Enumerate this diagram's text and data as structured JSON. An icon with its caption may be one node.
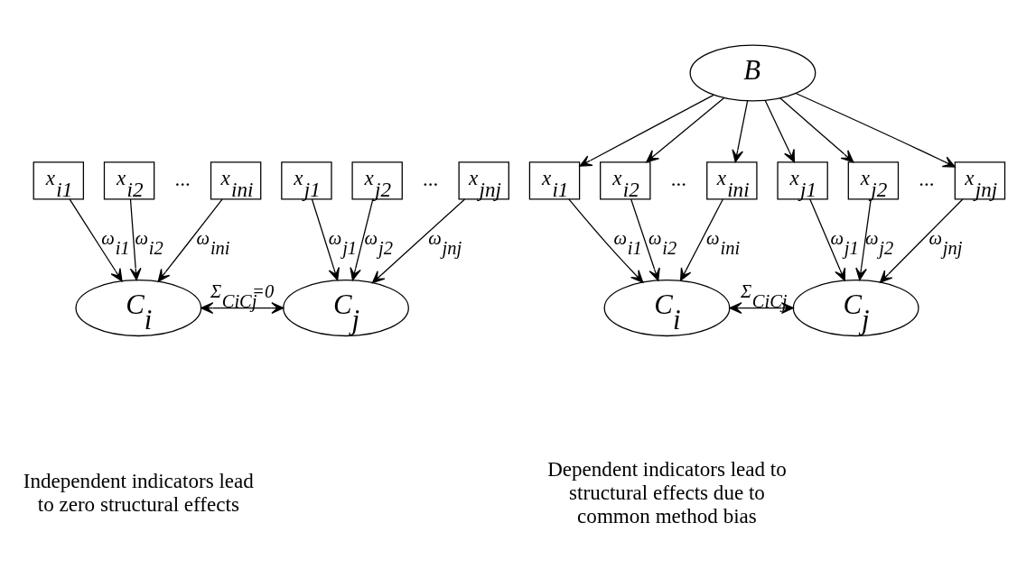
{
  "diagram": {
    "nodes": [
      {
        "text": [
          "x$_{i1}$"
        ]
      },
      {
        "text": [
          "x$_{i2}$"
        ]
      },
      {
        "text": [
          "x$_{ini}$"
        ]
      },
      {
        "text": [
          "x$_{j1}$"
        ]
      },
      {
        "text": [
          "x$_{j2}$"
        ]
      },
      {
        "text": [
          "x$_{jnj}$"
        ]
      },
      {
        "text": [
          "C$_{i}$"
        ]
      },
      {
        "text": [
          "C$_{j}$"
        ]
      },
      {
        "text": [
          "B"
        ]
      },
      {
        "text": [
          "x$_{i1}$"
        ]
      },
      {
        "text": [
          "x$_{i2}$"
        ]
      },
      {
        "text": [
          "x$_{ini}$"
        ]
      },
      {
        "text": [
          "x$_{j1}$"
        ]
      },
      {
        "text": [
          "x$_{j2}$"
        ]
      },
      {
        "text": [
          "x$_{jnj}$"
        ]
      },
      {
        "text": [
          "C$_{i}$"
        ]
      },
      {
        "text": [
          "C$_{j}$"
        ]
      }
    ],
    "edges": [
      {
        "from": 0,
        "to": 6,
        "arrow": "to",
        "label": "ω$_{i1}$"
      },
      {
        "from": 1,
        "to": 6,
        "arrow": "to",
        "label": "ω$_{i2}$"
      },
      {
        "from": 2,
        "to": 6,
        "arrow": "to",
        "label": "ω$_{ini}$"
      },
      {
        "from": 3,
        "to": 7,
        "arrow": "to",
        "label": "ω$_{j1}$"
      },
      {
        "from": 4,
        "to": 7,
        "arrow": "to",
        "label": "ω$_{j2}$"
      },
      {
        "from": 5,
        "to": 7,
        "arrow": "to",
        "label": "ω$_{jnj}$"
      },
      {
        "from": 6,
        "to": 7,
        "arrow": "both",
        "label": "Σ$_{CiCj}$=0"
      },
      {
        "from": 8,
        "to": 9,
        "arrow": "to"
      },
      {
        "from": 8,
        "to": 10,
        "arrow": "to"
      },
      {
        "from": 8,
        "to": 11,
        "arrow": "to"
      },
      {
        "from": 8,
        "to": 12,
        "arrow": "to"
      },
      {
        "from": 8,
        "to": 13,
        "arrow": "to"
      },
      {
        "from": 8,
        "to": 14,
        "arrow": "to"
      },
      {
        "from": 9,
        "to": 15,
        "arrow": "to",
        "label": "ω$_{i1}$"
      },
      {
        "from": 10,
        "to": 15,
        "arrow": "to",
        "label": "ω$_{i2}$"
      },
      {
        "from": 11,
        "to": 15,
        "arrow": "to",
        "label": "ω$_{ini}$"
      },
      {
        "from": 12,
        "to": 16,
        "arrow": "to",
        "label": "ω$_{j1}$"
      },
      {
        "from": 13,
        "to": 16,
        "arrow": "to",
        "label": "ω$_{j2}$"
      },
      {
        "from": 14,
        "to": 16,
        "arrow": "to",
        "label": "ω$_{jnj}$"
      },
      {
        "from": 15,
        "to": 16,
        "arrow": "both",
        "label": "Σ$_{CiCj}$"
      }
    ],
    "labels": [
      "...",
      "...",
      "...",
      "...",
      "Independent indicators lead to zero structural effects",
      "Dependent indicators lead to structural effects due to common method bias"
    ]
  }
}
